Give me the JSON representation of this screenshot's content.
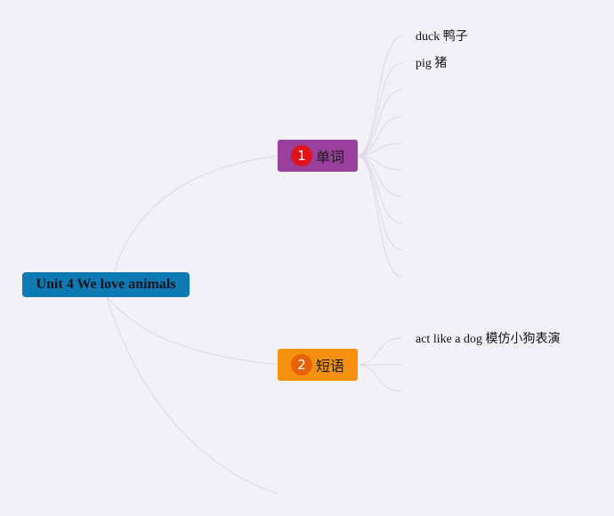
{
  "mindmap": {
    "root": {
      "label": "Unit 4 We love animals"
    },
    "branches": [
      {
        "number": "1",
        "label": "单词",
        "color": "#9b3f9c",
        "badge_color": "#e0121b",
        "leaves": [
          "duck 鸭子",
          "pig 猪",
          "",
          "",
          "",
          "",
          "",
          "",
          "",
          ""
        ]
      },
      {
        "number": "2",
        "label": "短语",
        "color": "#f5910e",
        "badge_color": "#e8620c",
        "leaves": [
          "act like a dog 模仿小狗表演",
          "",
          ""
        ]
      }
    ],
    "link_color": "#dcd9e4",
    "background": "#f3f1f8",
    "root_color": "#0e79b2"
  }
}
